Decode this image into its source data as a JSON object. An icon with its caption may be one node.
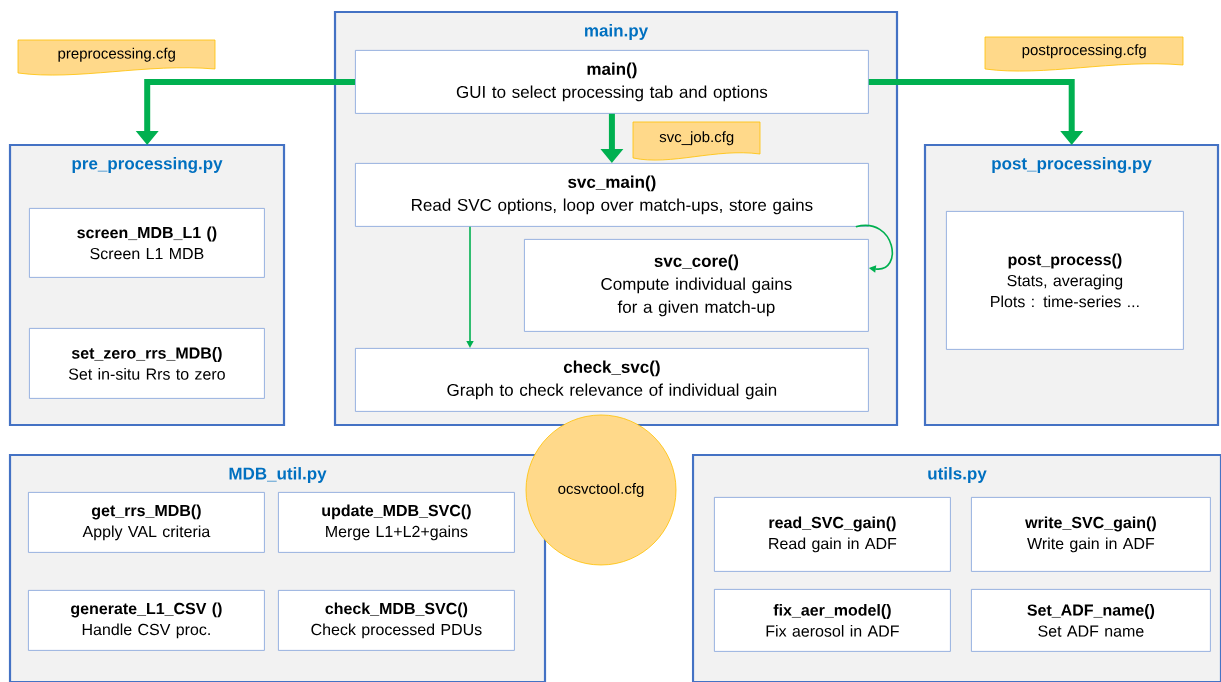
{
  "diagram": {
    "nodes": [
      {
        "text": [
          "preprocessing.cfg"
        ]
      },
      {
        "text": [
          "main.py"
        ]
      },
      {
        "text": [
          "main()",
          "GUI to select processing tab and options"
        ],
        "in": 1
      },
      {
        "text": [
          "svc_job.cfg"
        ],
        "in": 1
      },
      {
        "text": [
          "svc_main()",
          "Read SVC options, loop over match-ups, store gains"
        ],
        "in": 1
      },
      {
        "text": [
          "svc_core()",
          "Compute individual gains for a given match-up"
        ],
        "in": 1
      },
      {
        "text": [
          "check_svc()",
          "Graph to check relevance of individual gain"
        ],
        "in": 1
      },
      {
        "text": [
          "postprocessing.cfg"
        ]
      },
      {
        "text": [
          "pre_processing.py"
        ]
      },
      {
        "text": [
          "screen_MDB_L1 ()",
          "Screen L1 MDB"
        ],
        "in": 8
      },
      {
        "text": [
          "set_zero_rrs_MDB()",
          "Set in-situ Rrs to zero"
        ],
        "in": 8
      },
      {
        "text": [
          "post_processing.py"
        ]
      },
      {
        "text": [
          "post_process()",
          "Stats, averaging",
          "Plots : time-series ..."
        ],
        "in": 11
      },
      {
        "text": [
          "MDB_util.py"
        ]
      },
      {
        "text": [
          "get_rrs_MDB()",
          "Apply VAL criteria"
        ],
        "in": 13
      },
      {
        "text": [
          "update_MDB_SVC()",
          "Merge L1+L2+gains"
        ],
        "in": 13
      },
      {
        "text": [
          "generate_L1_CSV ()",
          "Handle CSV proc."
        ],
        "in": 13
      },
      {
        "text": [
          "check_MDB_SVC()",
          "Check processed PDUs"
        ],
        "in": 13
      },
      {
        "text": [
          "ocsvctool.cfg"
        ]
      },
      {
        "text": [
          "utils.py"
        ]
      },
      {
        "text": [
          "read_SVC_gain()",
          "Read gain in ADF"
        ],
        "in": 19
      },
      {
        "text": [
          "write_SVC_gain()",
          "Write gain in ADF"
        ],
        "in": 19
      },
      {
        "text": [
          "fix_aer_model()",
          "Fix aerosol in ADF"
        ],
        "in": 19
      },
      {
        "text": [
          "Set_ADF_name()",
          "Set ADF name"
        ],
        "in": 19
      }
    ],
    "edges": [
      {
        "from": 2,
        "to": 8,
        "arrow": "to"
      },
      {
        "from": 2,
        "to": 11,
        "arrow": "to"
      },
      {
        "from": 2,
        "to": 4,
        "arrow": "to"
      },
      {
        "from": 4,
        "to": 6,
        "arrow": "to"
      },
      {
        "from": 4,
        "to": 5,
        "arrow": "to"
      }
    ]
  }
}
